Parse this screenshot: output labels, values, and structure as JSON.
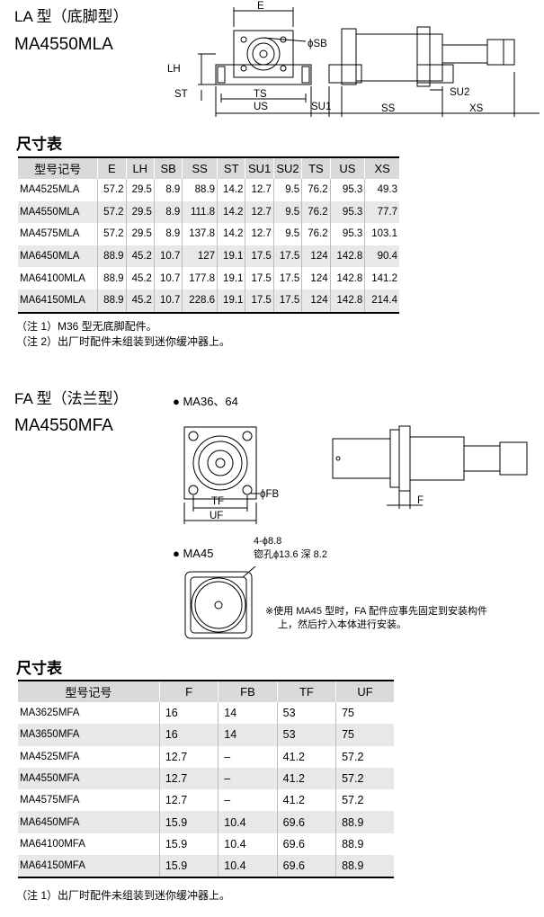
{
  "la": {
    "title": "LA 型（底脚型）",
    "model": "MA4550MLA",
    "dims": {
      "E": "E",
      "SB": "ϕSB",
      "LH": "LH",
      "ST": "ST",
      "TS": "TS",
      "US": "US",
      "SU1": "SU1",
      "SS": "SS",
      "SU2": "SU2",
      "XS": "XS"
    }
  },
  "table1": {
    "heading": "尺寸表",
    "headers": [
      "型号记号",
      "E",
      "LH",
      "SB",
      "SS",
      "ST",
      "SU1",
      "SU2",
      "TS",
      "US",
      "XS"
    ],
    "rows": [
      [
        "MA4525MLA",
        "57.2",
        "29.5",
        "8.9",
        "88.9",
        "14.2",
        "12.7",
        "9.5",
        "76.2",
        "95.3",
        "49.3"
      ],
      [
        "MA4550MLA",
        "57.2",
        "29.5",
        "8.9",
        "111.8",
        "14.2",
        "12.7",
        "9.5",
        "76.2",
        "95.3",
        "77.7"
      ],
      [
        "MA4575MLA",
        "57.2",
        "29.5",
        "8.9",
        "137.8",
        "14.2",
        "12.7",
        "9.5",
        "76.2",
        "95.3",
        "103.1"
      ],
      [
        "MA6450MLA",
        "88.9",
        "45.2",
        "10.7",
        "127",
        "19.1",
        "17.5",
        "17.5",
        "124",
        "142.8",
        "90.4"
      ],
      [
        "MA64100MLA",
        "88.9",
        "45.2",
        "10.7",
        "177.8",
        "19.1",
        "17.5",
        "17.5",
        "124",
        "142.8",
        "141.2"
      ],
      [
        "MA64150MLA",
        "88.9",
        "45.2",
        "10.7",
        "228.6",
        "19.1",
        "17.5",
        "17.5",
        "124",
        "142.8",
        "214.4"
      ]
    ],
    "notes": [
      "（注 1）M36 型无底脚配件。",
      "（注 2）出厂时配件未组装到迷你缓冲器上。"
    ]
  },
  "fa": {
    "title": "FA 型（法兰型）",
    "model": "MA4550MFA",
    "variant1": "● MA36、64",
    "variant2": "● MA45",
    "dims": {
      "TF": "TF",
      "UF": "UF",
      "FB": "ϕFB",
      "F": "F"
    },
    "hole_note1": "4-ϕ8.8",
    "hole_note2": "锪孔ϕ13.6 深 8.2",
    "install_note1": "※使用 MA45 型时，FA 配件应事先固定到安装构件",
    "install_note2": "上，然后拧入本体进行安装。"
  },
  "table2": {
    "heading": "尺寸表",
    "headers": [
      "型号记号",
      "F",
      "FB",
      "TF",
      "UF"
    ],
    "rows": [
      [
        "MA3625MFA",
        "16",
        "14",
        "53",
        "75"
      ],
      [
        "MA3650MFA",
        "16",
        "14",
        "53",
        "75"
      ],
      [
        "MA4525MFA",
        "12.7",
        "–",
        "41.2",
        "57.2"
      ],
      [
        "MA4550MFA",
        "12.7",
        "–",
        "41.2",
        "57.2"
      ],
      [
        "MA4575MFA",
        "12.7",
        "–",
        "41.2",
        "57.2"
      ],
      [
        "MA6450MFA",
        "15.9",
        "10.4",
        "69.6",
        "88.9"
      ],
      [
        "MA64100MFA",
        "15.9",
        "10.4",
        "69.6",
        "88.9"
      ],
      [
        "MA64150MFA",
        "15.9",
        "10.4",
        "69.6",
        "88.9"
      ]
    ],
    "notes": [
      "（注 1）出厂时配件未组装到迷你缓冲器上。"
    ]
  }
}
